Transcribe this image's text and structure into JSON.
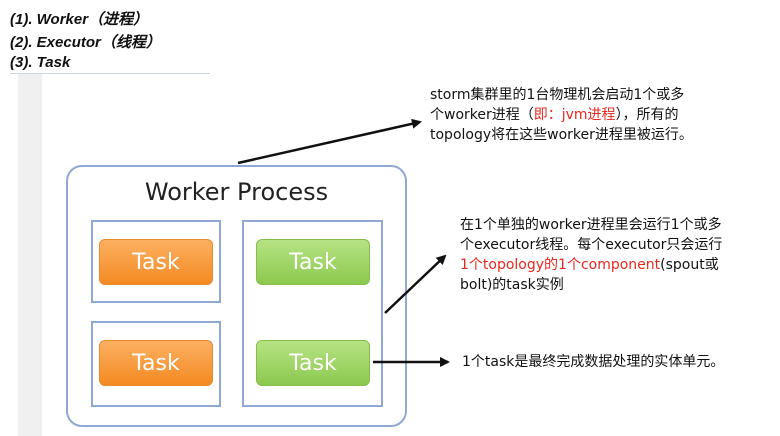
{
  "headings": [
    "(1). Worker（进程）",
    "(2). Executor（线程）",
    "(3). Task"
  ],
  "diagram": {
    "worker_title": "Worker Process",
    "tasks": [
      "Task",
      "Task",
      "Task",
      "Task"
    ],
    "colors": {
      "orange_task": "#f48a22",
      "green_task": "#8cc94e",
      "border": "#8fa8d4",
      "highlight": "#e8281e"
    }
  },
  "notes": {
    "worker": {
      "line1": "storm集群里的1台物理机会启动1个或多",
      "line2_pre": "个worker进程（",
      "line2_red": "即：jvm进程",
      "line2_post": "），所有的",
      "line3": "topology将在这些worker进程里被运行。"
    },
    "executor": {
      "line1": "在1个单独的worker进程里会运行1个或多",
      "line2": "个executor线程。每个executor只会运行",
      "line3_red": "1个topology的1个component",
      "line3_post": "(spout或",
      "line4": "bolt)的task实例"
    },
    "task": {
      "line1": "1个task是最终完成数据处理的实体单元。"
    }
  }
}
